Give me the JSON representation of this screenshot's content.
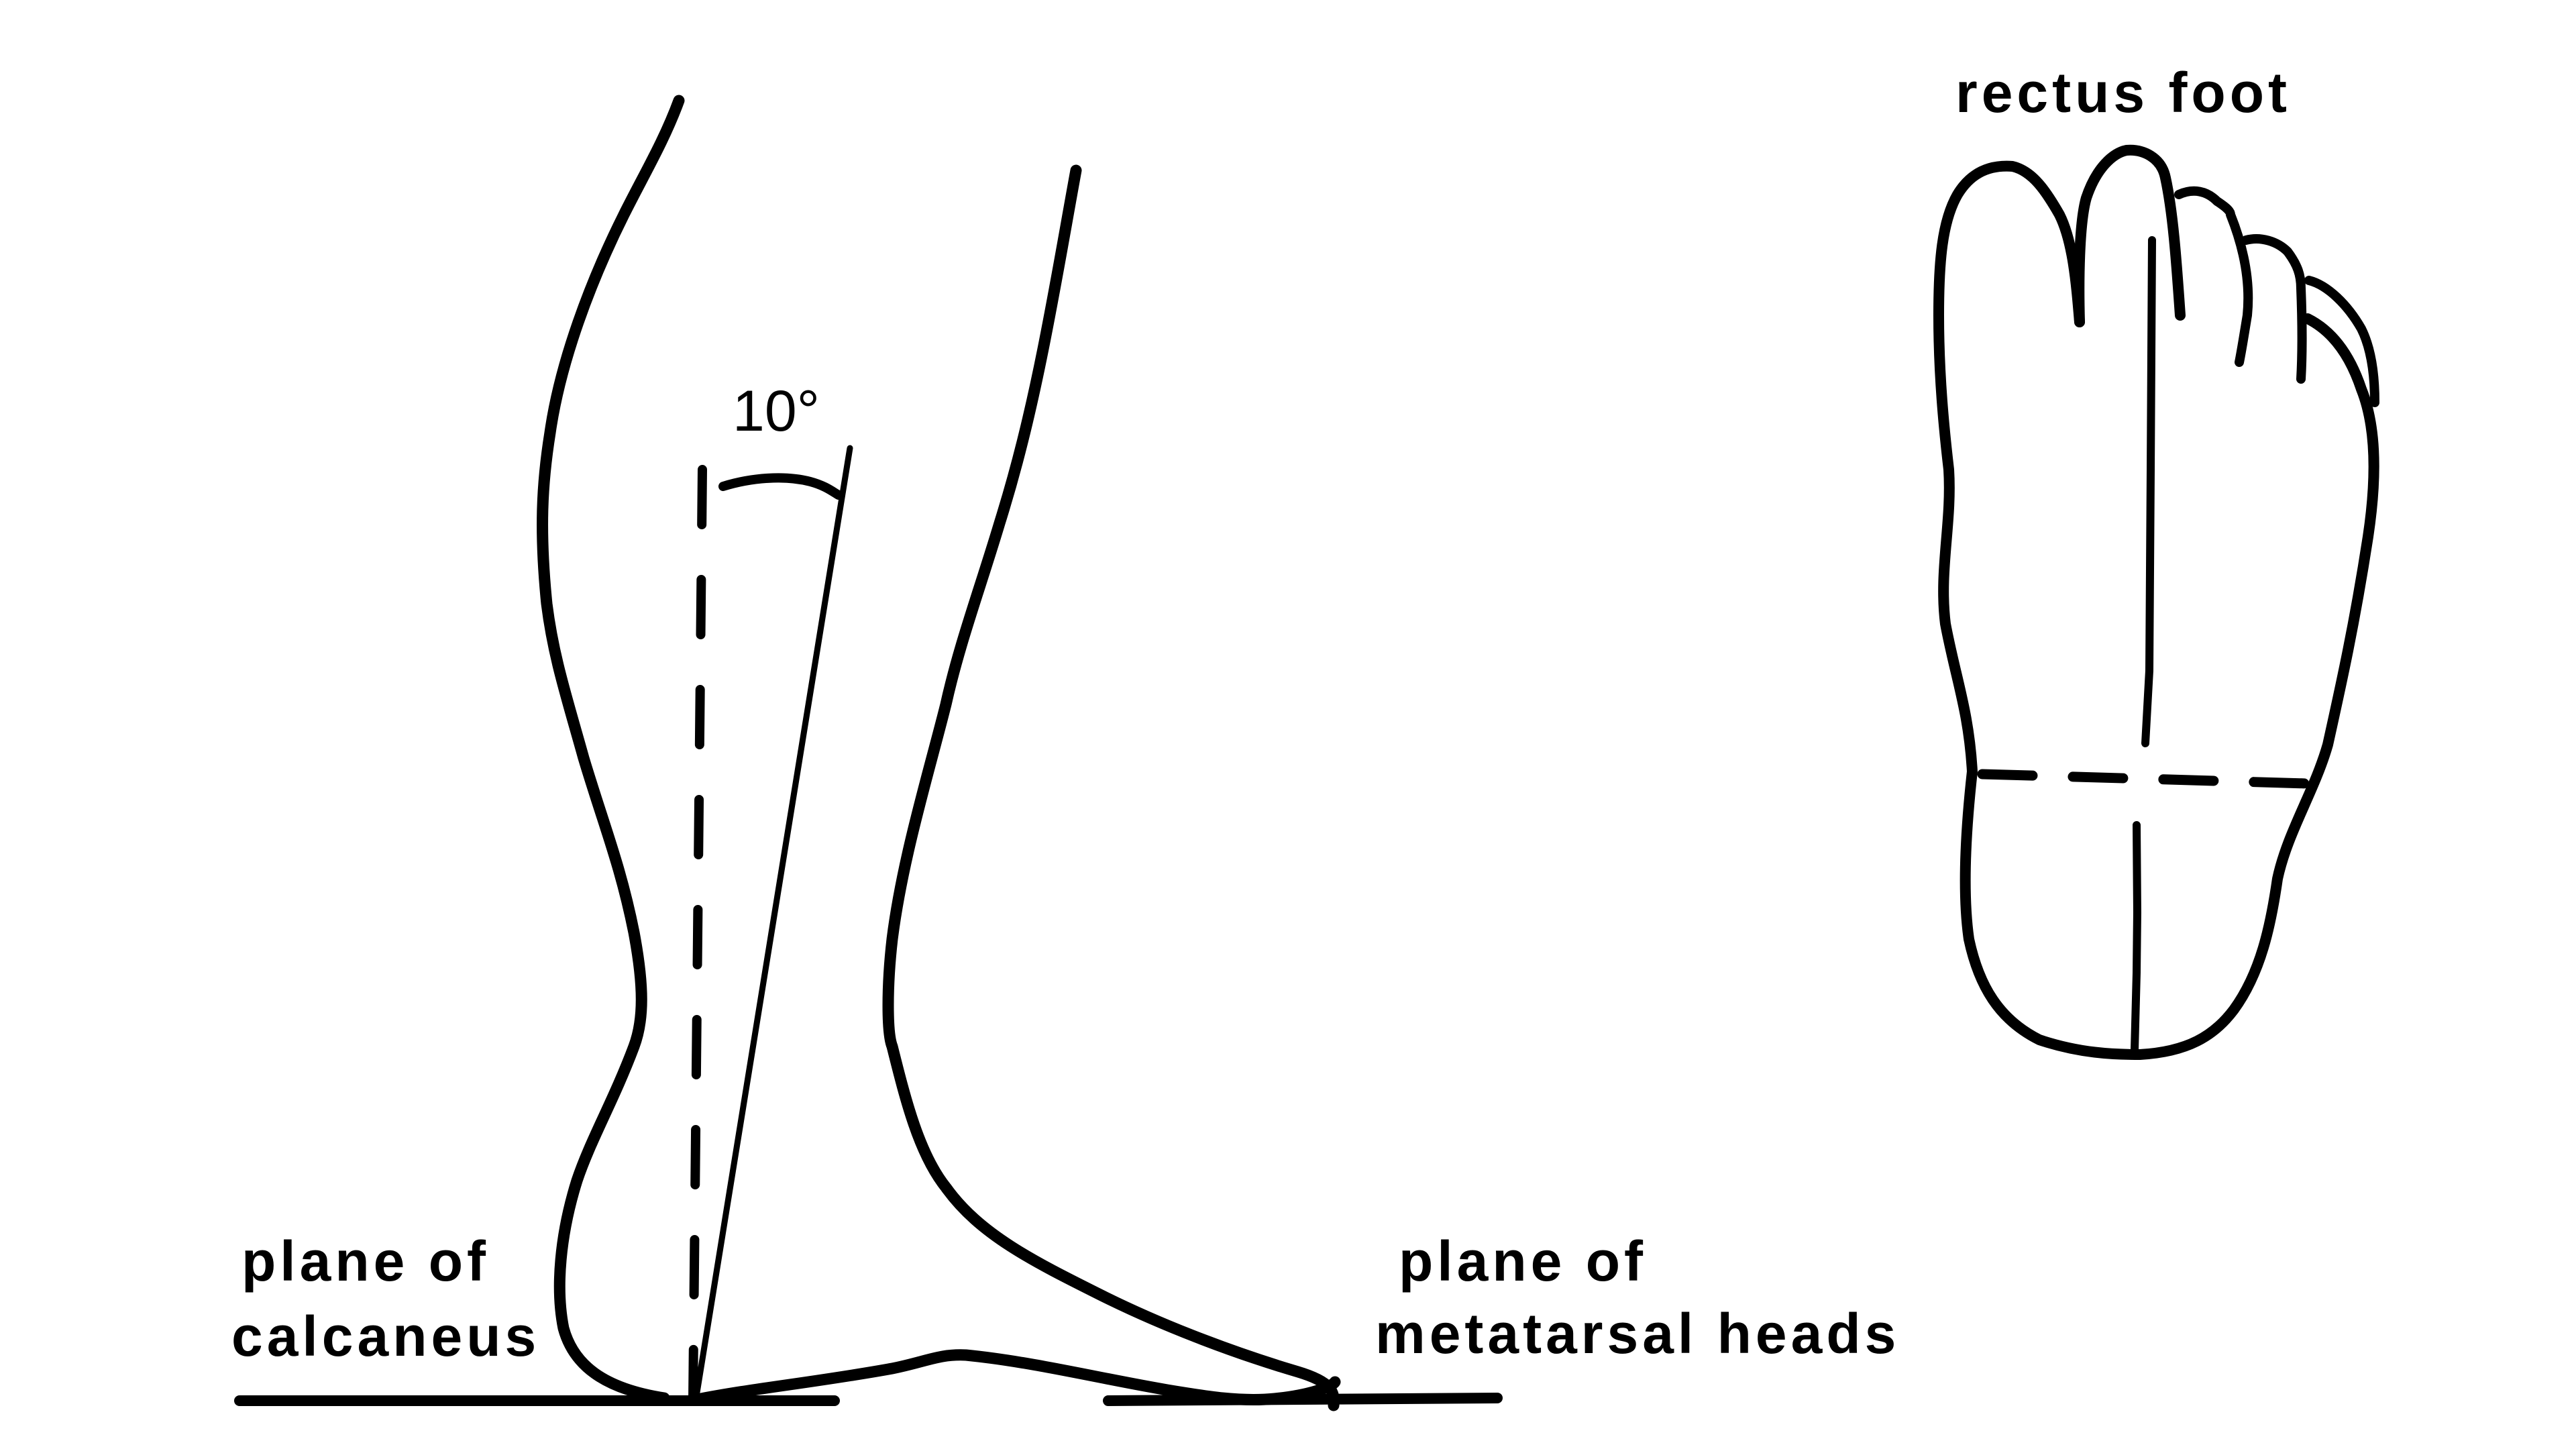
{
  "figure": {
    "colors": {
      "ink": "#000000",
      "background": "#ffffff"
    },
    "side_view": {
      "angle_label": "10°",
      "left_label": {
        "line1": "plane of",
        "line2": "calcaneus"
      },
      "right_label": {
        "line1": "plane of",
        "line2": "metatarsal heads"
      }
    },
    "plantar_view": {
      "title": "rectus foot"
    }
  }
}
